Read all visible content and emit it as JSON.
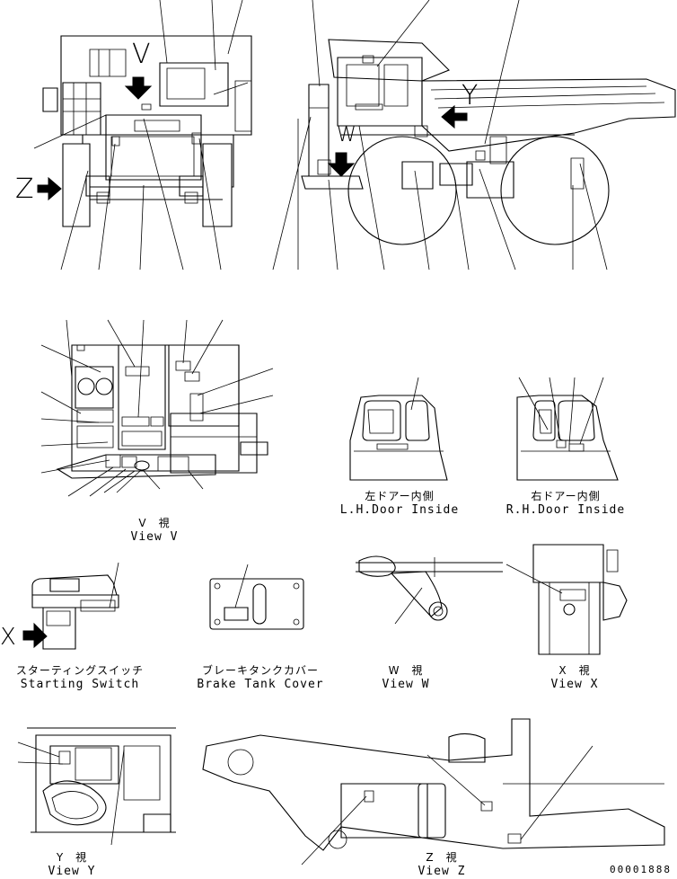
{
  "view_letters": {
    "v": "V",
    "y": "Y",
    "w": "W",
    "z": "Z",
    "x": "X"
  },
  "captions": {
    "view_v": {
      "jp": "V　視",
      "en": "View V"
    },
    "lh_door": {
      "jp": "左ドアー内側",
      "en": "L.H.Door Inside"
    },
    "rh_door": {
      "jp": "右ドアー内側",
      "en": "R.H.Door Inside"
    },
    "starting_switch": {
      "jp": "スターティングスイッチ",
      "en": "Starting Switch"
    },
    "brake_tank": {
      "jp": "ブレーキタンクカバー",
      "en": "Brake Tank Cover"
    },
    "view_w": {
      "jp": "W　視",
      "en": "View W"
    },
    "view_x": {
      "jp": "X　視",
      "en": "View X"
    },
    "view_y": {
      "jp": "Y　視",
      "en": "View Y"
    },
    "view_z": {
      "jp": "Z　視",
      "en": "View Z"
    }
  },
  "part_number": "00001888"
}
